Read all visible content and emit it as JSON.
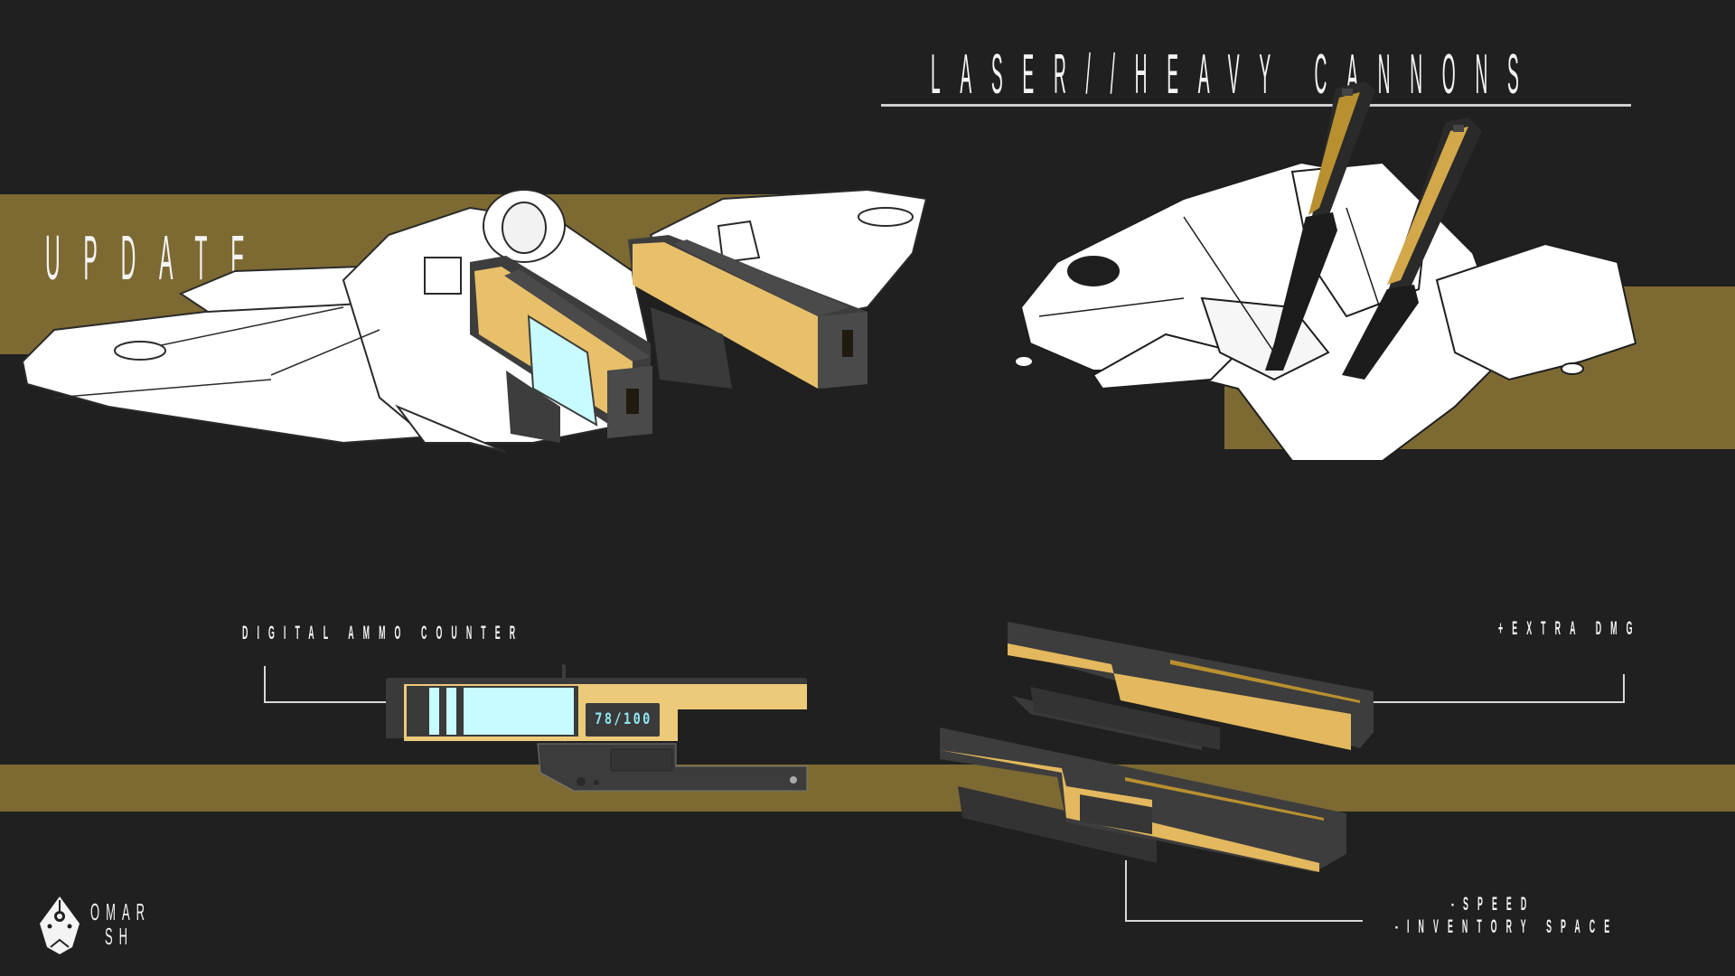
{
  "header": {
    "title": "LASER//HEAVY CANNONS"
  },
  "banner": {
    "label": "UPDATE"
  },
  "callouts": {
    "ammo_counter": "DIGITAL AMMO COUNTER",
    "extra_damage": "+EXTRA DMG",
    "speed": "-SPEED",
    "inventory": "-INVENTORY SPACE"
  },
  "ammo_display": {
    "value": "78/100"
  },
  "branding": {
    "line1": "OMAR",
    "line2": "SH",
    "icon": "pen-nib-logo-icon"
  },
  "illustrations": {
    "top_left": "ship-three-quarter-view-with-laser-cannons",
    "top_right": "ship-side-view-with-heavy-cannons",
    "bottom_left": "laser-cannon-side-view",
    "bottom_right": "heavy-cannon-pair-view"
  },
  "colors": {
    "background": "#202020",
    "accent_band": "#7d6a33",
    "cannon_gold": "#e8c06a",
    "cannon_dark": "#3d3d3d",
    "screen_cyan": "#c8fbff",
    "text": "#f4f4f4"
  }
}
